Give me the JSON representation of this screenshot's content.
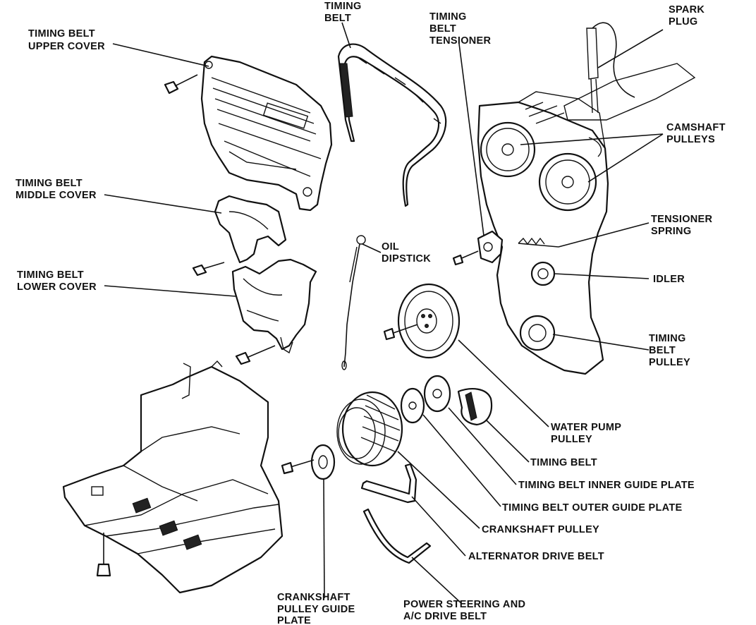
{
  "labels": {
    "timing_belt_upper_cover": [
      "TIMING BELT",
      "UPPER COVER"
    ],
    "timing_belt_top": [
      "TIMING",
      "BELT"
    ],
    "timing_belt_tensioner": [
      "TIMING",
      "BELT",
      "TENSIONER"
    ],
    "spark_plug": [
      "SPARK",
      "PLUG"
    ],
    "camshaft_pulleys": [
      "CAMSHAFT",
      "PULLEYS"
    ],
    "timing_belt_middle_cover": [
      "TIMING BELT",
      "MIDDLE COVER"
    ],
    "oil_dipstick": [
      "OIL",
      "DIPSTICK"
    ],
    "tensioner_spring": [
      "TENSIONER",
      "SPRING"
    ],
    "idler": [
      "IDLER"
    ],
    "timing_belt_lower_cover": [
      "TIMING BELT",
      "LOWER COVER"
    ],
    "timing_belt_pulley": [
      "TIMING",
      "BELT",
      "PULLEY"
    ],
    "water_pump_pulley": [
      "WATER PUMP",
      "PULLEY"
    ],
    "timing_belt": [
      "TIMING BELT"
    ],
    "timing_belt_inner_guide_plate": [
      "TIMING BELT INNER GUIDE PLATE"
    ],
    "timing_belt_outer_guide_plate": [
      "TIMING BELT OUTER GUIDE PLATE"
    ],
    "crankshaft_pulley": [
      "CRANKSHAFT PULLEY"
    ],
    "alternator_drive_belt": [
      "ALTERNATOR DRIVE BELT"
    ],
    "crankshaft_pulley_guide_plate": [
      "CRANKSHAFT",
      "PULLEY GUIDE",
      "PLATE"
    ],
    "power_steering_ac_drive_belt": [
      "POWER STEERING AND",
      "A/C DRIVE BELT"
    ]
  }
}
